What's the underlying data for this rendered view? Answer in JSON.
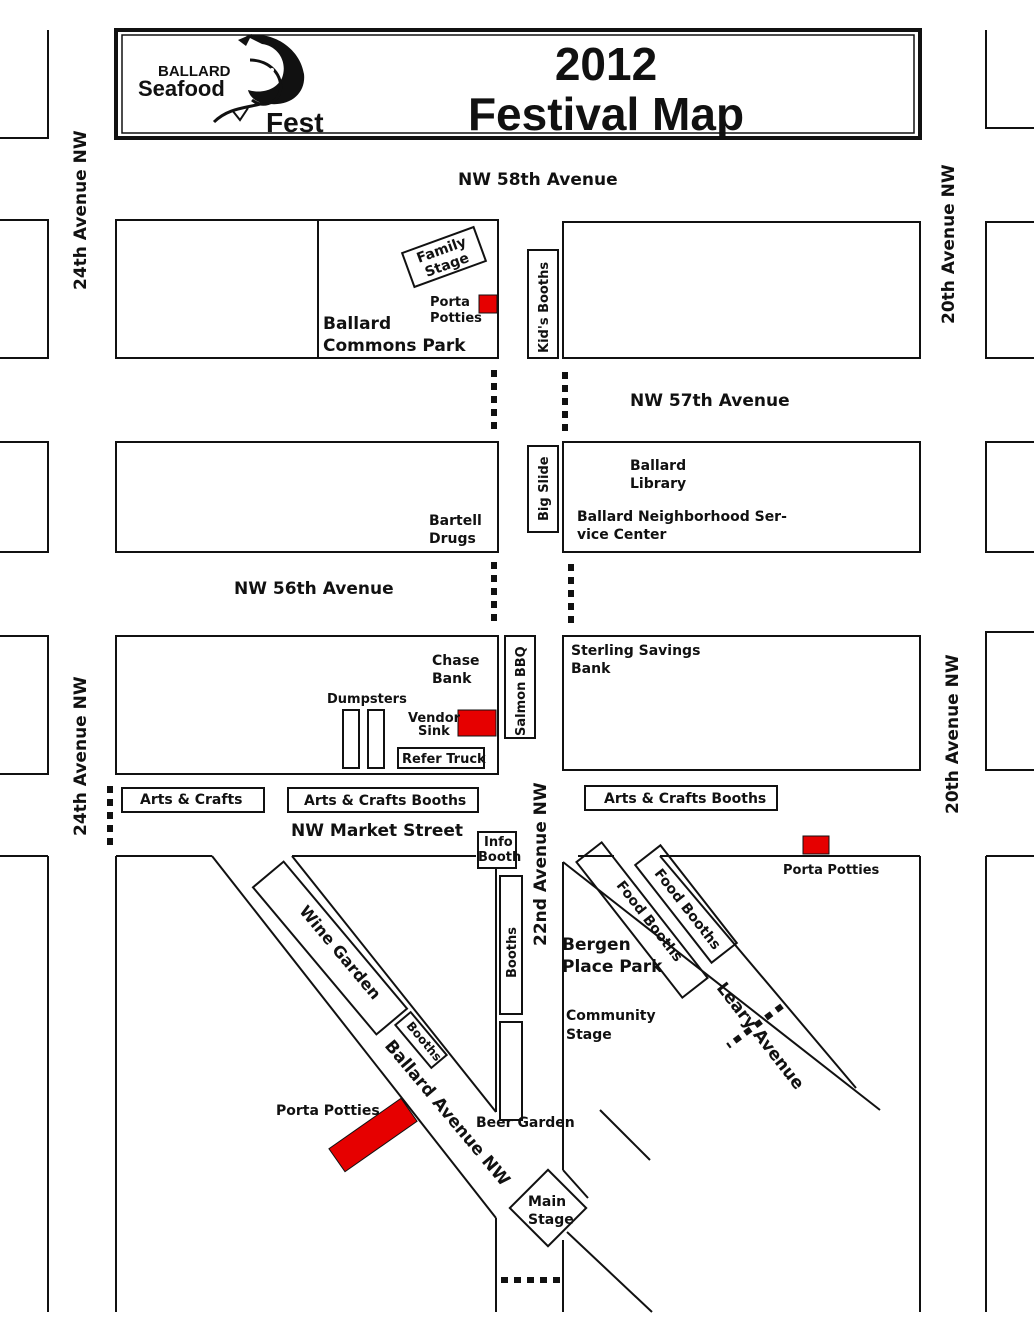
{
  "header": {
    "logo_ballard": "BALLARD",
    "logo_seafood": "Seafood",
    "logo_fest": "Fest",
    "year": "2012",
    "title": "Festival Map"
  },
  "streets": {
    "nw58": "NW 58th Avenue",
    "nw57": "NW 57th Avenue",
    "nw56": "NW 56th Avenue",
    "market": "NW Market Street",
    "ave24": "24th Avenue NW",
    "ave20": "20th Avenue NW",
    "ave22": "22nd Avenue NW",
    "ballard_ave": "Ballard Avenue NW",
    "leary": "Leary Avenue"
  },
  "places": {
    "family_stage": [
      "Family",
      "Stage"
    ],
    "porta_potties_top": [
      "Porta",
      "Potties"
    ],
    "ballard_commons": [
      "Ballard",
      "Commons Park"
    ],
    "kids_booths": "Kid's Booths",
    "big_slide": "Big Slide",
    "ballard_library": [
      "Ballard",
      "Library"
    ],
    "service_center": [
      "Ballard Neighborhood Ser-",
      "vice Center"
    ],
    "bartell": [
      "Bartell",
      "Drugs"
    ],
    "chase": [
      "Chase",
      "Bank"
    ],
    "dumpsters": "Dumpsters",
    "vendor_sink": [
      "Vendor",
      "Sink"
    ],
    "refer_truck": "Refer Truck",
    "salmon_bbq": "Salmon BBQ",
    "sterling": [
      "Sterling Savings",
      "Bank"
    ],
    "arts_crafts": "Arts & Crafts",
    "arts_booths_1": "Arts & Crafts Booths",
    "arts_booths_2": "Arts & Crafts Booths",
    "info_booth": [
      "Info",
      "Booth"
    ],
    "porta_potties_right": "Porta Potties",
    "wine_garden": "Wine Garden",
    "booths_small": "Booths",
    "booths_vertical": "Booths",
    "bergen_park": [
      "Bergen",
      "Place Park"
    ],
    "community_stage": [
      "Community",
      "Stage"
    ],
    "food_booths_1": "Food Booths",
    "food_booths_2": "Food Booths",
    "porta_potties_bottom": "Porta Potties",
    "beer_garden": "Beer Garden",
    "main_stage": [
      "Main",
      "Stage"
    ]
  },
  "colors": {
    "line": "#111111",
    "restroom_red": "#e60000",
    "background": "#ffffff"
  }
}
